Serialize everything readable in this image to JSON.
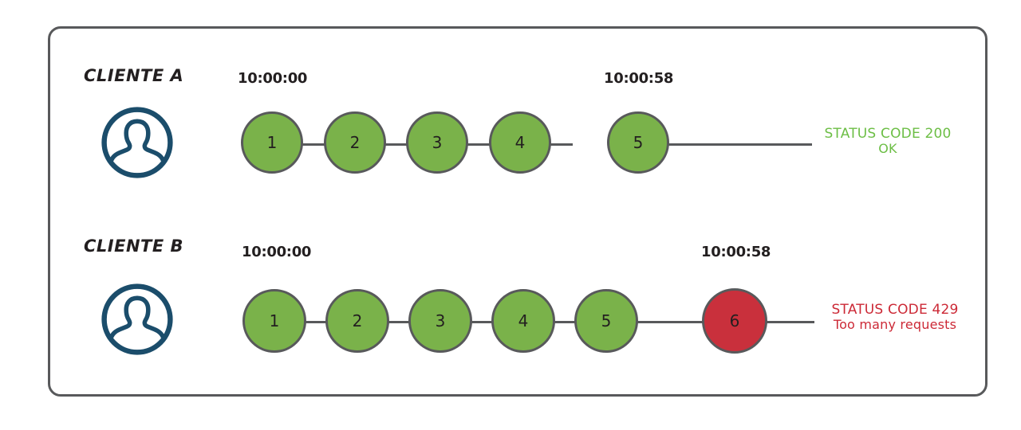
{
  "diagram": {
    "title_hidden": "",
    "frame": {
      "border_color": "#58595b"
    },
    "colors": {
      "node_ok": "#7ab24a",
      "node_blocked": "#c9303c",
      "node_stroke": "#58595b",
      "avatar": "#1b4d6b",
      "status_ok": "#6cbe45",
      "status_error": "#cc2936",
      "text": "#231f20"
    },
    "rows": [
      {
        "client_label": "CLIENTE A",
        "avatar_icon": "person-circle-icon",
        "start_time": "10:00:00",
        "end_time": "10:00:58",
        "nodes": [
          {
            "label": "1",
            "state": "ok"
          },
          {
            "label": "2",
            "state": "ok"
          },
          {
            "label": "3",
            "state": "ok"
          },
          {
            "label": "4",
            "state": "ok"
          },
          {
            "label": "5",
            "state": "ok"
          }
        ],
        "status": {
          "line1": "STATUS CODE 200",
          "line2": "OK",
          "state": "ok"
        }
      },
      {
        "client_label": "CLIENTE B",
        "avatar_icon": "person-circle-icon",
        "start_time": "10:00:00",
        "end_time": "10:00:58",
        "nodes": [
          {
            "label": "1",
            "state": "ok"
          },
          {
            "label": "2",
            "state": "ok"
          },
          {
            "label": "3",
            "state": "ok"
          },
          {
            "label": "4",
            "state": "ok"
          },
          {
            "label": "5",
            "state": "ok"
          },
          {
            "label": "6",
            "state": "blocked"
          }
        ],
        "status": {
          "line1": "STATUS CODE 429",
          "line2": "Too many requests",
          "state": "error"
        }
      }
    ]
  }
}
